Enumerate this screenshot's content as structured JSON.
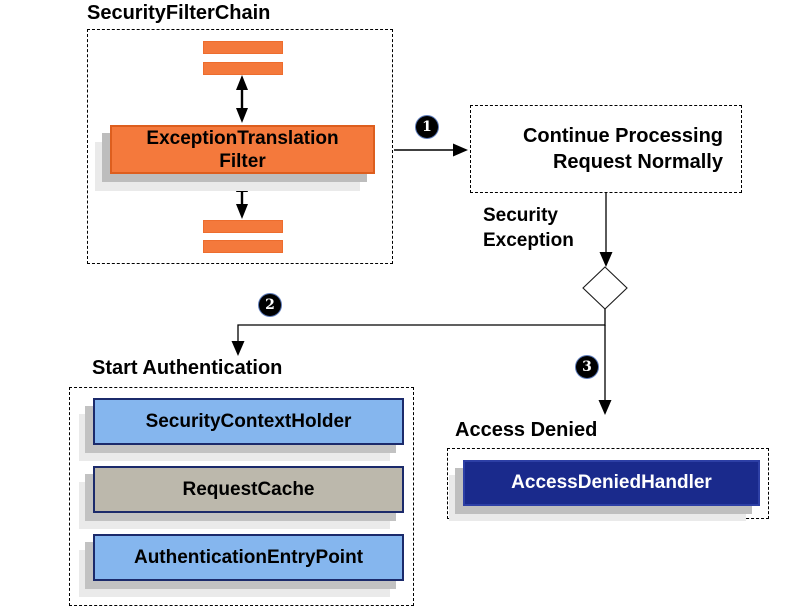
{
  "filter_chain": {
    "title": "SecurityFilterChain",
    "filter_box_lines": [
      "ExceptionTranslation",
      "Filter"
    ]
  },
  "badges": {
    "step1": "1",
    "step2": "2",
    "step3": "3"
  },
  "continue_box": {
    "line1": "Continue Processing",
    "line2": "Request Normally"
  },
  "security_exception": {
    "line1": "Security",
    "line2": "Exception"
  },
  "start_auth": {
    "title": "Start Authentication",
    "boxes": [
      {
        "label": "SecurityContextHolder",
        "variant": "blue"
      },
      {
        "label": "RequestCache",
        "variant": "gray"
      },
      {
        "label": "AuthenticationEntryPoint",
        "variant": "blue"
      }
    ]
  },
  "access_denied": {
    "title": "Access Denied",
    "handler_label": "AccessDeniedHandler"
  },
  "colors": {
    "filter_orange": "#F4793C",
    "filter_orange_border": "#DD5E1E",
    "light_blue": "#85B6EE",
    "gray_box": "#BCB8AC",
    "navy": "#1A2A8C",
    "dark_border": "#1B2A6B",
    "shadow_gray": "#C2C2C2"
  }
}
